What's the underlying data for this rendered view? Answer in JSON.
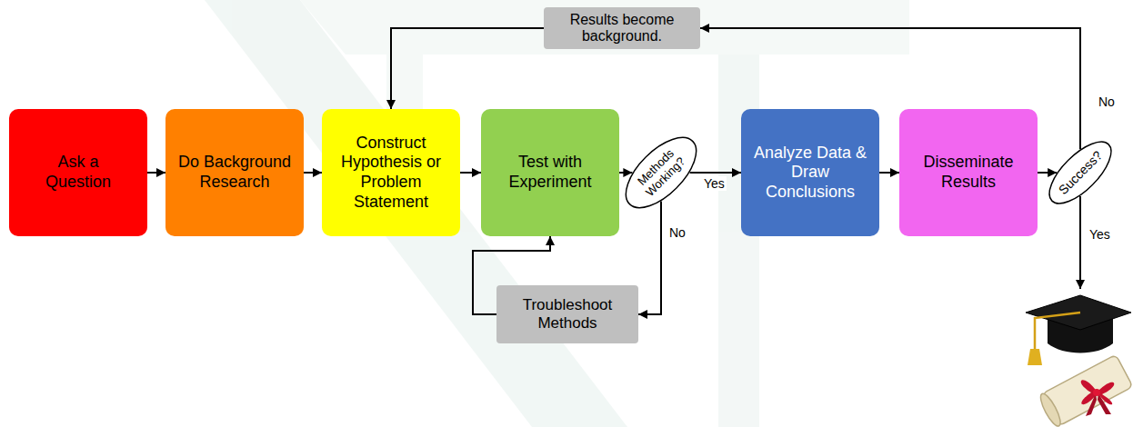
{
  "diagram": {
    "nodes": [
      {
        "text": [
          "Ask a Question"
        ]
      },
      {
        "text": [
          "Do Background Research"
        ]
      },
      {
        "text": [
          "Construct Hypothesis or Problem Statement"
        ]
      },
      {
        "text": [
          "Test with Experiment"
        ]
      },
      {
        "text": [
          "Methods Working?"
        ]
      },
      {
        "text": [
          "Analyze Data & Draw Conclusions"
        ]
      },
      {
        "text": [
          "Disseminate Results"
        ]
      },
      {
        "text": [
          "Success?"
        ]
      },
      {
        "text": [
          "Results become background."
        ]
      },
      {
        "text": [
          "Troubleshoot Methods"
        ]
      }
    ],
    "edges": [
      {
        "from": 0,
        "to": 1,
        "arrow": "to"
      },
      {
        "from": 1,
        "to": 2,
        "arrow": "to"
      },
      {
        "from": 2,
        "to": 3,
        "arrow": "to"
      },
      {
        "from": 3,
        "to": 4,
        "arrow": "to"
      },
      {
        "from": 4,
        "to": 5,
        "label": "Yes",
        "arrow": "to"
      },
      {
        "from": 5,
        "to": 6,
        "arrow": "to"
      },
      {
        "from": 6,
        "to": 7,
        "arrow": "to"
      },
      {
        "from": 7,
        "to": 8,
        "label": "No",
        "arrow": "to"
      },
      {
        "from": 8,
        "to": 2,
        "arrow": "to"
      },
      {
        "from": 4,
        "to": 9,
        "label": "No",
        "arrow": "to"
      },
      {
        "from": 9,
        "to": 3,
        "arrow": "to"
      }
    ],
    "labels": [
      "Yes"
    ]
  }
}
